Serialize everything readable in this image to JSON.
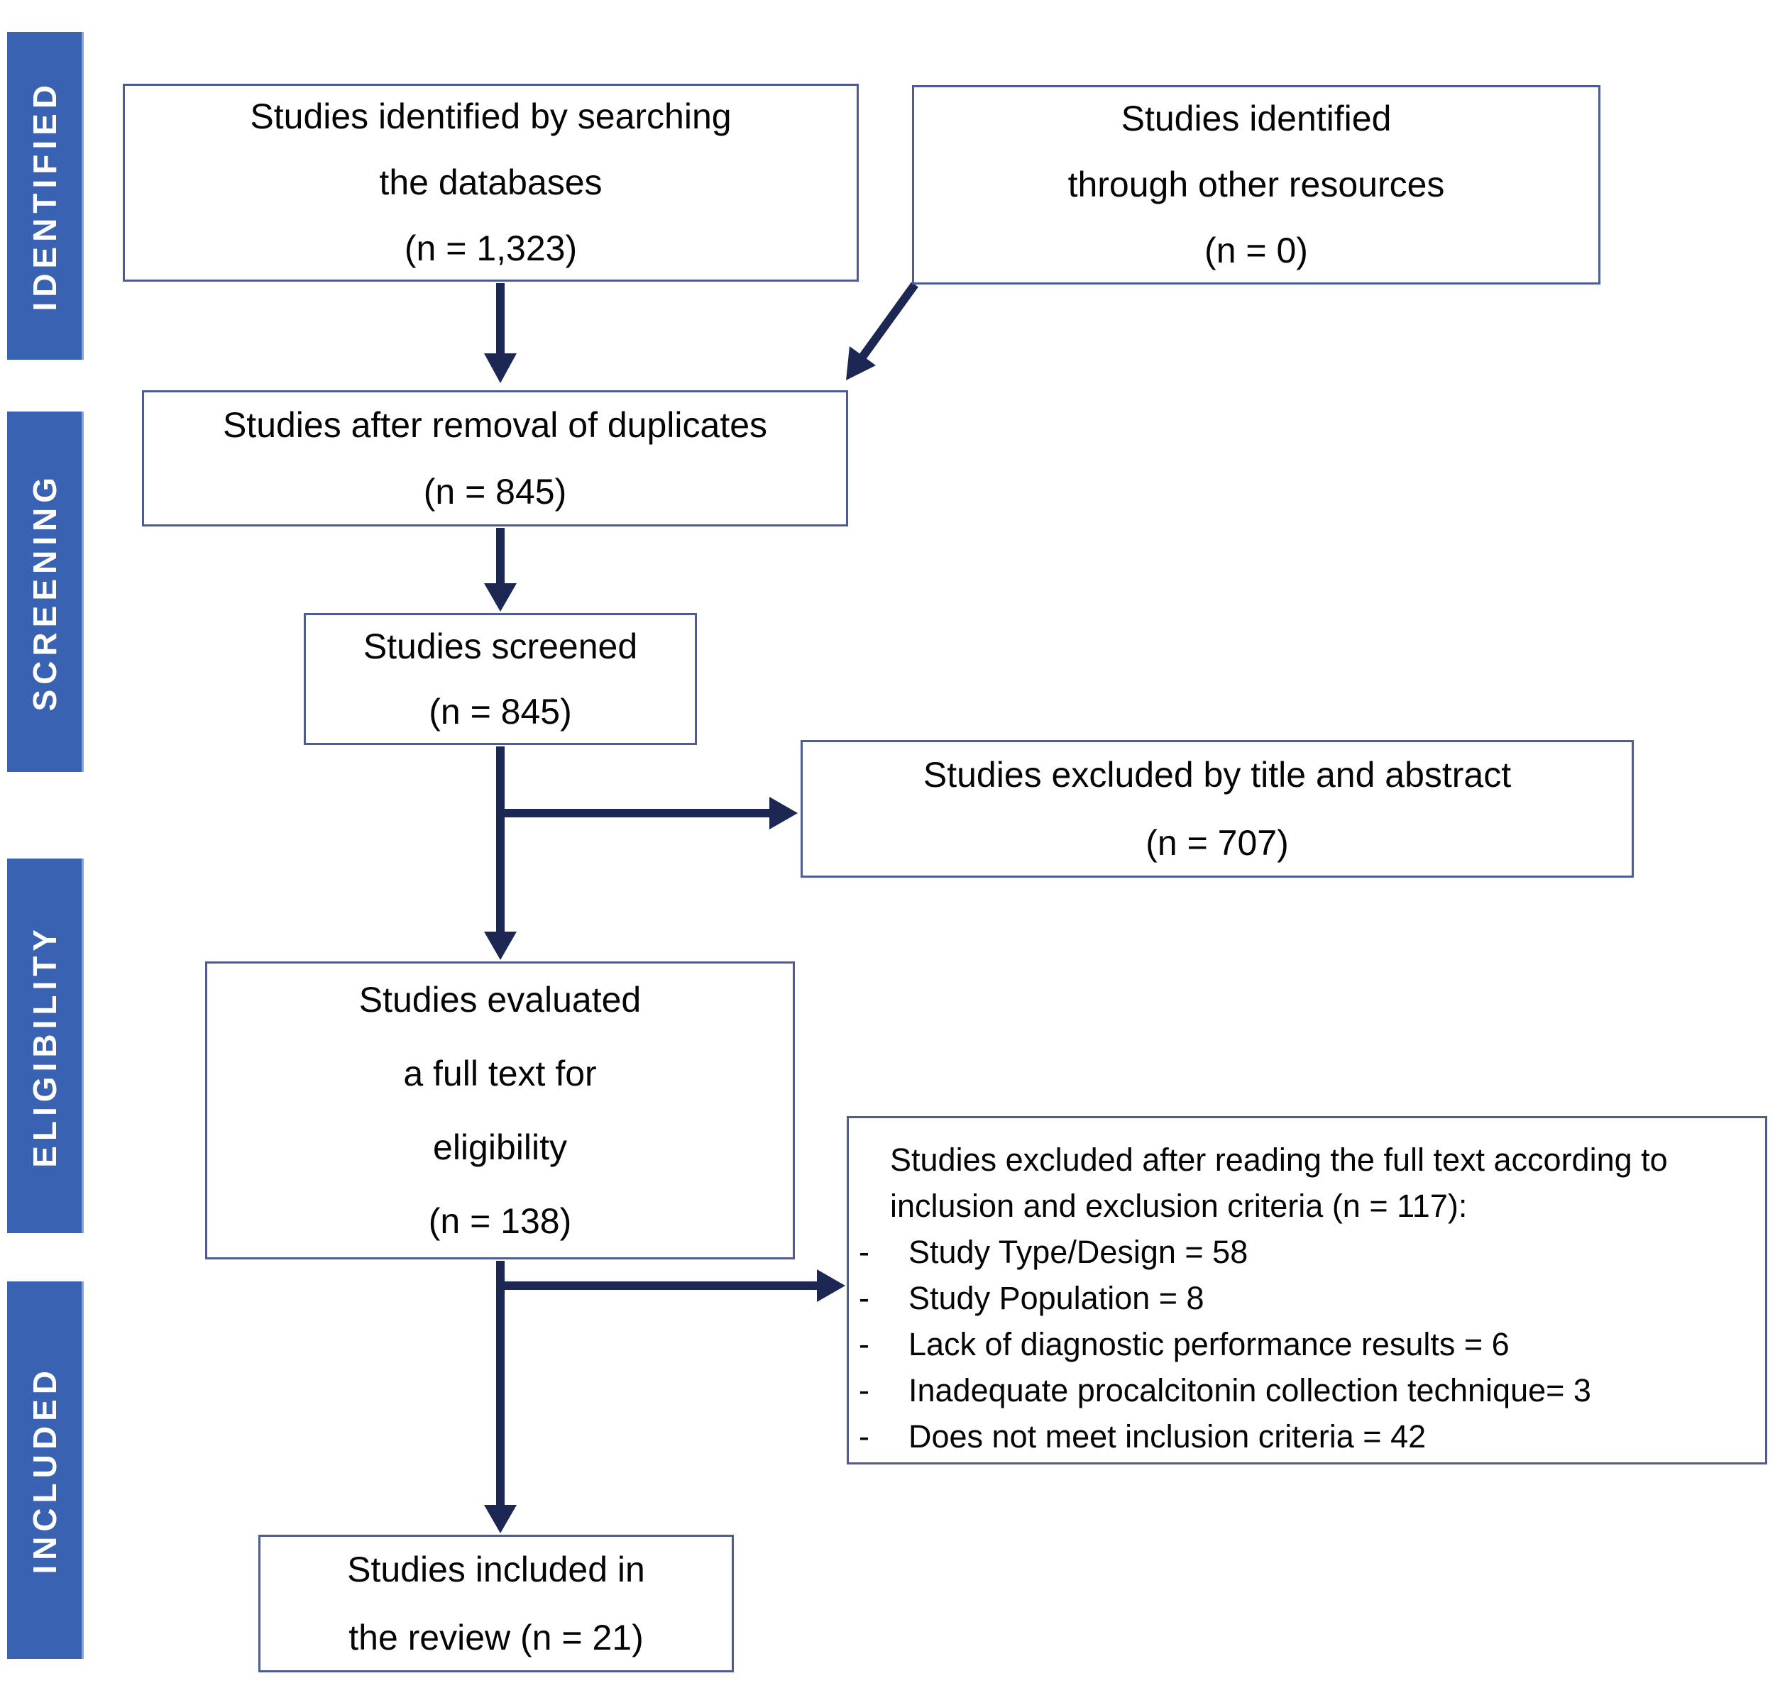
{
  "colors": {
    "sidebar": "#3a62b2",
    "box_border": "#4d5c94",
    "arrow": "#1c2754",
    "text": "#050505"
  },
  "sidebar": {
    "items": [
      {
        "label": "IDENTIFIED"
      },
      {
        "label": "SCREENING"
      },
      {
        "label": "ELIGIBILITY"
      },
      {
        "label": "INCLUDED"
      }
    ]
  },
  "boxes": {
    "identified_db": {
      "lines": [
        "Studies identified by searching",
        "the databases",
        "(n = 1,323)"
      ]
    },
    "other_resources": {
      "lines": [
        "Studies identified",
        "through other resources",
        "(n = 0)"
      ]
    },
    "after_duplicates": {
      "lines": [
        "Studies after removal of duplicates",
        "(n = 845)"
      ]
    },
    "screened": {
      "lines": [
        "Studies screened",
        "(n = 845)"
      ]
    },
    "excluded_title_abstract": {
      "lines": [
        "Studies excluded by title and abstract",
        "(n = 707)"
      ]
    },
    "full_text": {
      "lines": [
        "Studies evaluated",
        "a full text for",
        "eligibility",
        "(n = 138)"
      ]
    },
    "excluded_full_text": {
      "header": [
        "Studies excluded after reading the full text according to",
        "inclusion and exclusion criteria (n = 117):"
      ],
      "bullet_marker": "-",
      "bullets": [
        "Study Type/Design = 58",
        "Study Population = 8",
        "Lack of diagnostic performance results = 6",
        "Inadequate procalcitonin collection technique= 3",
        "Does not meet inclusion criteria = 42"
      ]
    },
    "included": {
      "lines": [
        "Studies included in",
        "the review (n = 21)"
      ]
    }
  }
}
